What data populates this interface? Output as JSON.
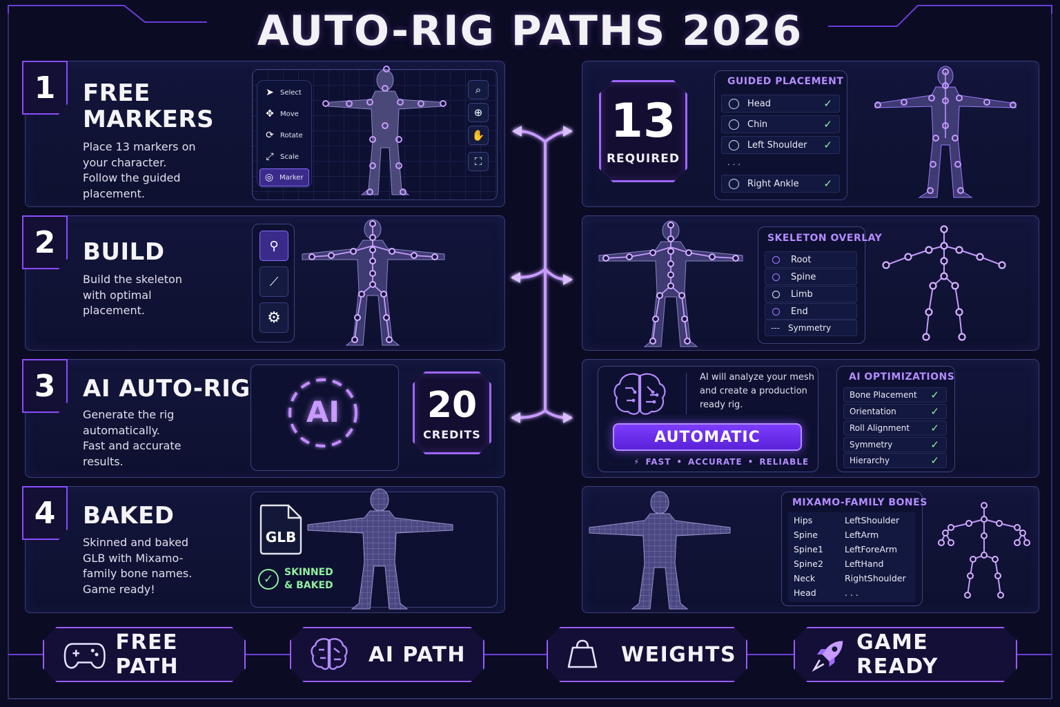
{
  "title": "AUTO-RIG PATHS 2026",
  "colors": {
    "accent": "#9a5cff",
    "accent_light": "#b48cff",
    "check": "#8ff0a0",
    "background": "#0b0b24"
  },
  "steps": [
    {
      "number": "1",
      "title_line1": "FREE",
      "title_line2": "MARKERS",
      "desc": [
        "Place 13 markers on",
        "your character.",
        "Follow the guided",
        "placement."
      ]
    },
    {
      "number": "2",
      "title_line1": "BUILD",
      "title_line2": "",
      "desc": [
        "Build the skeleton",
        "with optimal",
        "placement."
      ]
    },
    {
      "number": "3",
      "title_line1": "AI AUTO-RIG",
      "title_line2": "",
      "desc": [
        "Generate the rig",
        "automatically.",
        "Fast and accurate",
        "results."
      ]
    },
    {
      "number": "4",
      "title_line1": "BAKED",
      "title_line2": "",
      "desc": [
        "Skinned and baked",
        "GLB with Mixamo-",
        "family bone names.",
        "Game ready!"
      ]
    }
  ],
  "toolbar": {
    "tools": [
      {
        "label": "Select",
        "icon": "cursor-icon"
      },
      {
        "label": "Move",
        "icon": "move-icon"
      },
      {
        "label": "Rotate",
        "icon": "rotate-icon"
      },
      {
        "label": "Scale",
        "icon": "scale-icon"
      },
      {
        "label": "Marker",
        "icon": "marker-icon"
      }
    ],
    "active": "Marker"
  },
  "required": {
    "number": "13",
    "caption": "REQUIRED"
  },
  "guided": {
    "heading": "GUIDED PLACEMENT",
    "items": [
      "Head",
      "Chin",
      "Left Shoulder",
      "Right Ankle"
    ],
    "ellipsis": ". . ."
  },
  "skeleton_overlay": {
    "heading": "SKELETON OVERLAY",
    "items": [
      "Root",
      "Spine",
      "Limb",
      "End"
    ],
    "symmetry": "Symmetry",
    "dash": "---"
  },
  "ai": {
    "logo": "AI",
    "credits_number": "20",
    "credits_caption": "CREDITS"
  },
  "automatic": {
    "text": [
      "AI will analyze your mesh",
      "and create a production",
      "ready rig."
    ],
    "button": "AUTOMATIC",
    "tagline": [
      "FAST",
      "ACCURATE",
      "RELIABLE"
    ],
    "sep": "•"
  },
  "optimizations": {
    "heading": "AI OPTIMIZATIONS",
    "items": [
      "Bone Placement",
      "Orientation",
      "Roll Alignment",
      "Symmetry",
      "Hierarchy"
    ]
  },
  "glb": {
    "label": "GLB",
    "status_line1": "SKINNED",
    "status_line2": "& BAKED"
  },
  "bones": {
    "heading": "MIXAMO-FAMILY BONES",
    "left": [
      "Hips",
      "Spine",
      "Spine1",
      "Spine2",
      "Neck",
      "Head"
    ],
    "right": [
      "LeftShoulder",
      "LeftArm",
      "LeftForeArm",
      "LeftHand",
      "RightShoulder",
      ". . ."
    ]
  },
  "footer": [
    {
      "label": "FREE PATH",
      "icon": "gamepad-icon"
    },
    {
      "label": "AI PATH",
      "icon": "brain-icon"
    },
    {
      "label": "WEIGHTS",
      "icon": "weight-icon"
    },
    {
      "label": "GAME READY",
      "icon": "rocket-icon"
    }
  ]
}
